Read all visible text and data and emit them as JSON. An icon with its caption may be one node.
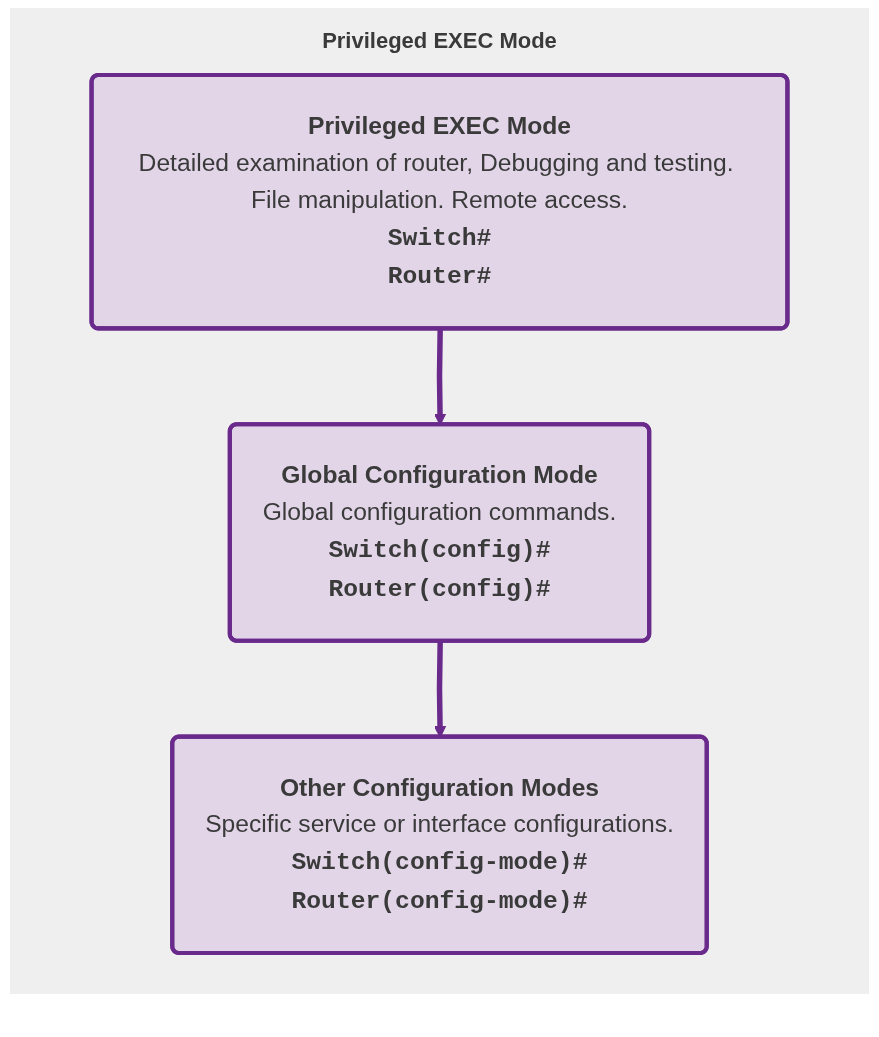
{
  "diagram": {
    "title": "Privileged EXEC Mode",
    "nodes": [
      {
        "text": [
          "Privileged EXEC Mode",
          "Detailed examination of router, Debugging and testing. File manipulation. Remote access.",
          "Switch#",
          "Router#"
        ]
      },
      {
        "text": [
          "Global Configuration Mode",
          "Global configuration commands.",
          "Switch(config)#",
          "Router(config)#"
        ]
      },
      {
        "text": [
          "Other Configuration Modes",
          "Specific service or interface configurations.",
          "Switch(config-mode)#",
          "Router(config-mode)#"
        ]
      }
    ],
    "edges": [
      {
        "from": 0,
        "to": 1,
        "arrow": "to"
      },
      {
        "from": 1,
        "to": 2,
        "arrow": "to"
      }
    ]
  }
}
